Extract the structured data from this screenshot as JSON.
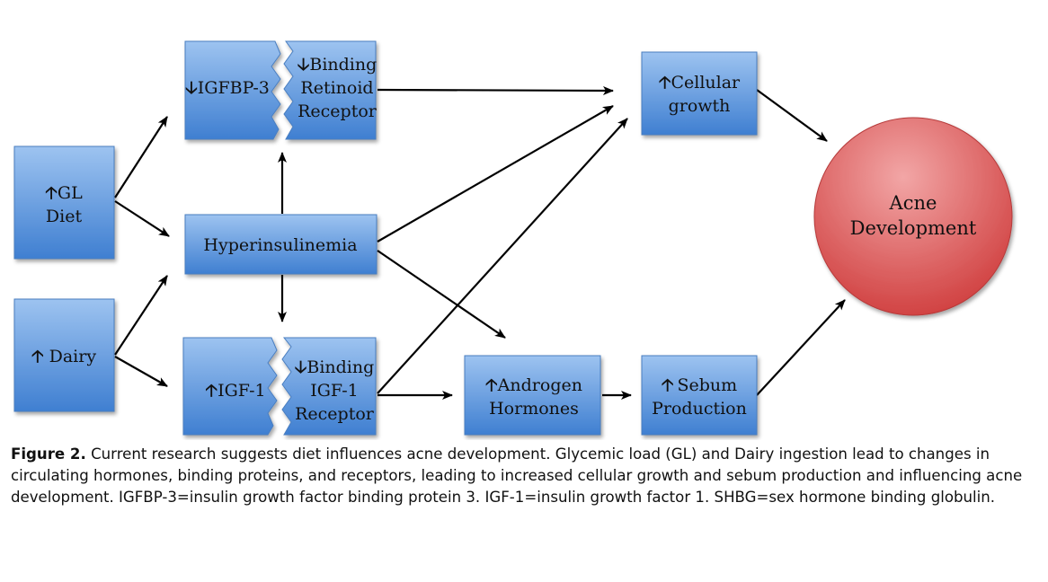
{
  "diagram": {
    "up": "🡡",
    "down": "🡣",
    "nodes": {
      "gl_diet": {
        "line1": "GL",
        "line2": "Diet"
      },
      "dairy": {
        "label": "Dairy"
      },
      "igfbp3": {
        "label": "IGFBP-3"
      },
      "binding_retinoid": {
        "line1": "Binding",
        "line2": "Retinoid",
        "line3": "Receptor"
      },
      "hyperinsulinemia": {
        "label": "Hyperinsulinemia"
      },
      "igf1": {
        "label": "IGF-1"
      },
      "binding_igf1": {
        "line1": "Binding",
        "line2": "IGF-1",
        "line3": "Receptor"
      },
      "cellular_growth": {
        "line1": "Cellular",
        "line2": "growth"
      },
      "androgen": {
        "line1": "Androgen",
        "line2": "Hormones"
      },
      "sebum": {
        "line1": "Sebum",
        "line2": "Production"
      },
      "acne": {
        "line1": "Acne",
        "line2": "Development"
      }
    },
    "colors": {
      "box_top": "#9dc3f0",
      "box_bottom": "#3f7fd1",
      "box_stroke": "#4a7ec0",
      "circle_light": "#f2a6a6",
      "circle_dark": "#cf3c3c",
      "arrow": "#000000"
    }
  },
  "caption": {
    "label": "Figure 2.",
    "text": "Current research suggests diet influences acne development. Glycemic load (GL) and Dairy ingestion lead to changes in circulating hormones, binding proteins, and receptors, leading to increased cellular growth and sebum production and influencing acne development. IGFBP-3=insulin growth factor binding protein 3. IGF-1=insulin growth factor 1. SHBG=sex hormone binding globulin."
  }
}
